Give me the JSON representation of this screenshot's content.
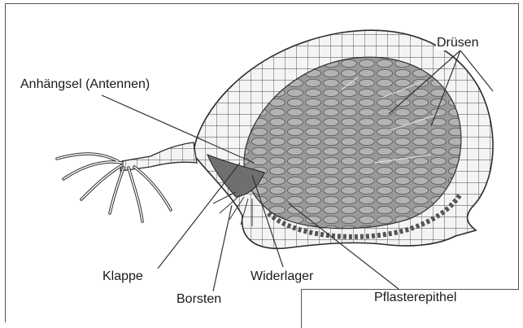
{
  "labels": {
    "druesen": "Drüsen",
    "anhaengsel": "Anhängsel (Antennen)",
    "klappe": "Klappe",
    "borsten": "Borsten",
    "widerlager": "Widerlager",
    "pflasterepithel": "Pflasterepithel"
  },
  "colors": {
    "outline": "#2b2b2b",
    "cell_fill": "#f2f2f2",
    "inner_fill": "#8c8c8c",
    "inner_cell": "#a6a6a6",
    "leader": "#333333"
  }
}
